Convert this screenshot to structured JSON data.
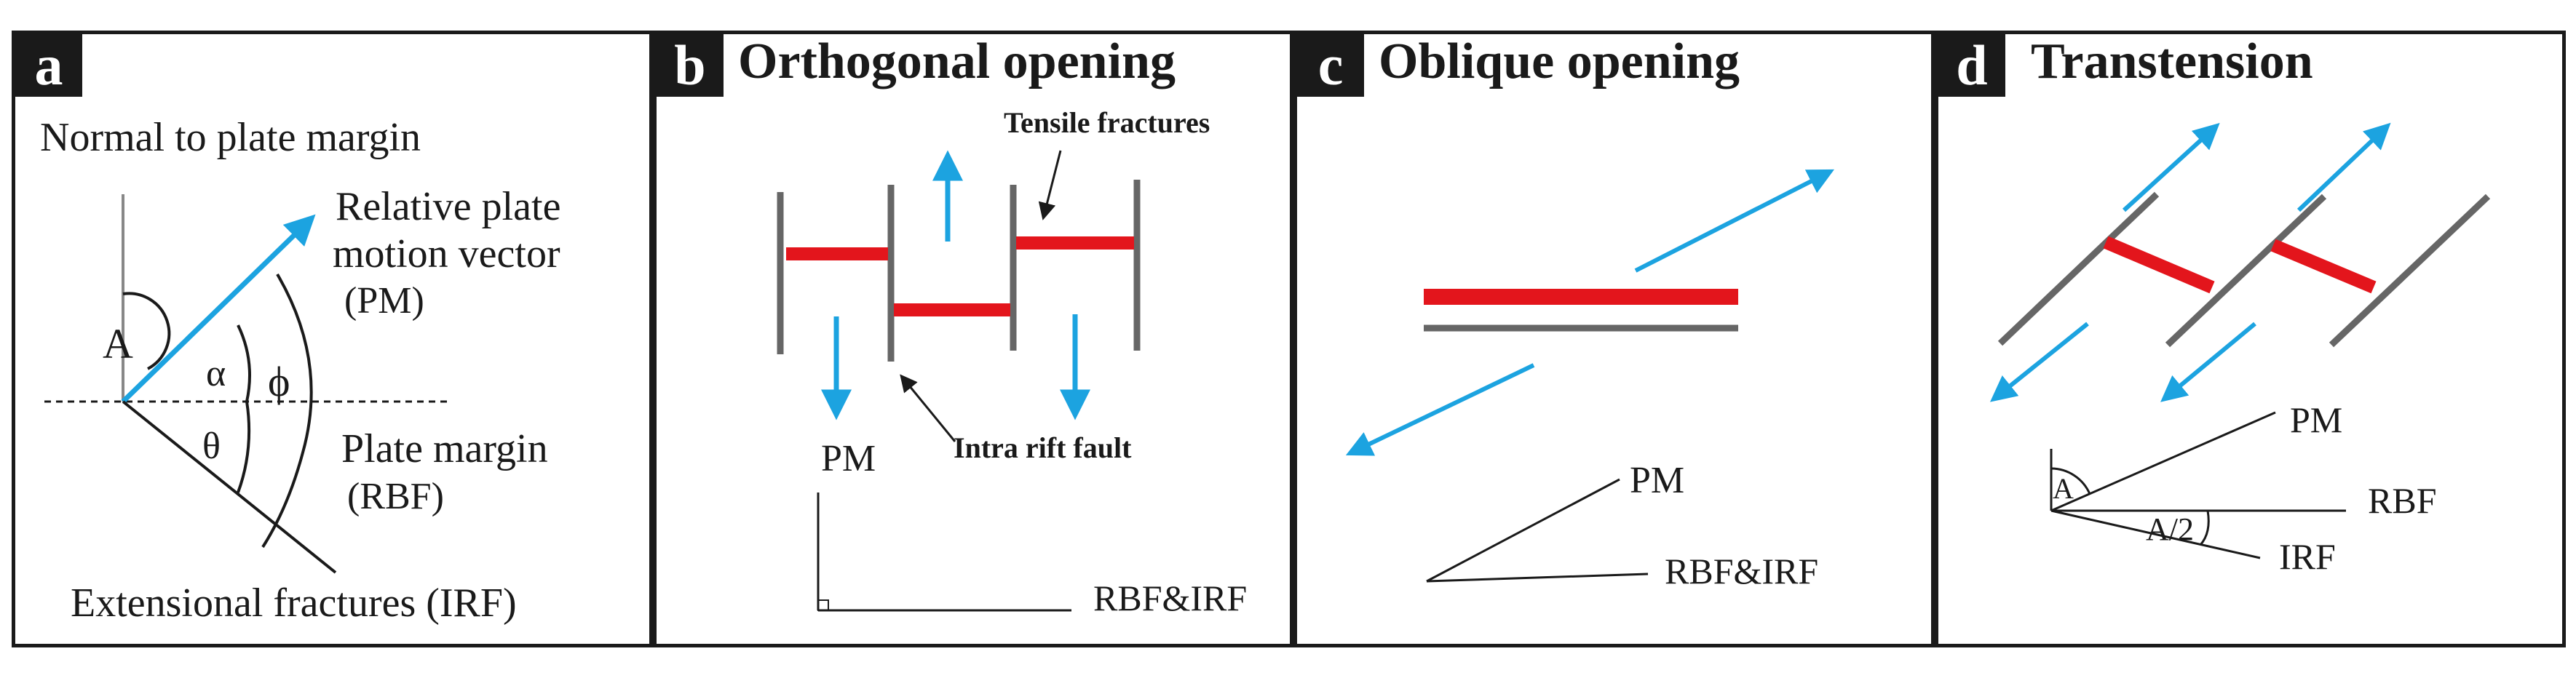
{
  "colors": {
    "accent": "#1ca3e0",
    "fracture": "#e3151c",
    "fault": "#666666",
    "line": "#1a1a1a"
  },
  "panel_a": {
    "letter": "a",
    "normal_label": "Normal to plate margin",
    "vector_label_1": "Relative plate",
    "vector_label_2": "motion vector",
    "vector_label_3": "(PM)",
    "angle_A": "A",
    "angle_alpha": "α",
    "angle_phi": "ϕ",
    "angle_theta": "θ",
    "margin_label_1": "Plate margin",
    "margin_label_2": "(RBF)",
    "fracture_label": "Extensional fractures (IRF)"
  },
  "panel_b": {
    "letter": "b",
    "title": "Orthogonal opening",
    "tensile_label": "Tensile fractures",
    "fault_label": "Intra rift fault",
    "pm_label": "PM",
    "rbf_label": "RBF&IRF"
  },
  "panel_c": {
    "letter": "c",
    "title": "Oblique opening",
    "pm_label": "PM",
    "rbf_label": "RBF&IRF"
  },
  "panel_d": {
    "letter": "d",
    "title": "Transtension",
    "pm_label": "PM",
    "angle_A": "A",
    "rbf_label": "RBF",
    "angle_half": "A/2",
    "irf_label": "IRF"
  }
}
